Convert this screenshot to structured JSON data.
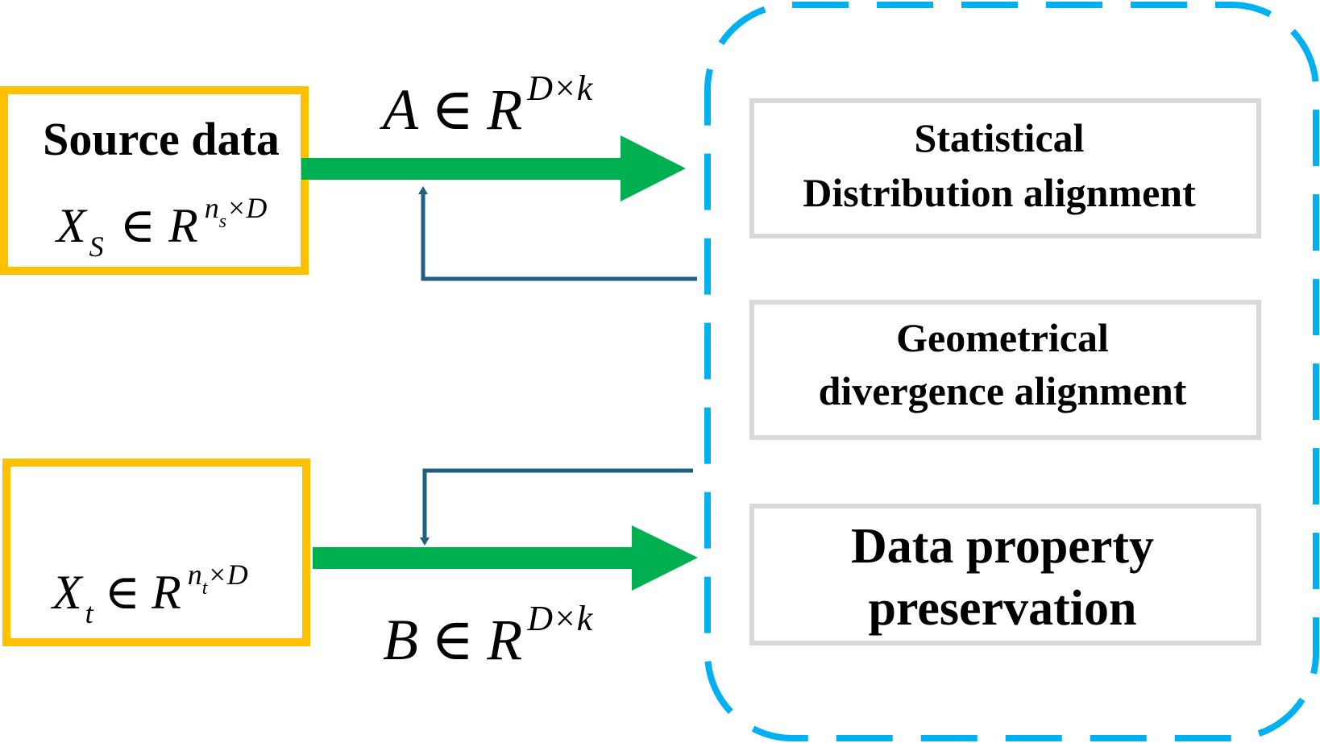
{
  "source_box": {
    "title": "Source data",
    "var": "X",
    "sub": "S",
    "in": "∈",
    "space": "R",
    "sup_n": "n",
    "sup_n_sub": "s",
    "sup_rest": "×D",
    "frame_color": "#FFC000"
  },
  "target_box": {
    "var": "X",
    "sub": "t",
    "in": "∈",
    "space": "R",
    "sup_n": "n",
    "sup_n_sub": "t",
    "sup_rest": "×D",
    "frame_color": "#FFC000"
  },
  "projection_a": {
    "var": "A",
    "in": "∈",
    "space": "R",
    "sup": "D×k",
    "arrow_color": "#00B050"
  },
  "projection_b": {
    "var": "B",
    "in": "∈",
    "space": "R",
    "sup": "D×k",
    "arrow_color": "#00B050"
  },
  "feedback_color": "#1F5F82",
  "framework": {
    "border_color": "#00B0F0",
    "modules": [
      {
        "line1": "Statistical",
        "line2": "Distribution alignment"
      },
      {
        "line1": "Geometrical",
        "line2": "divergence alignment"
      },
      {
        "line1": "Data property",
        "line2": "preservation"
      }
    ],
    "module_border_color": "#D9D9D9"
  }
}
